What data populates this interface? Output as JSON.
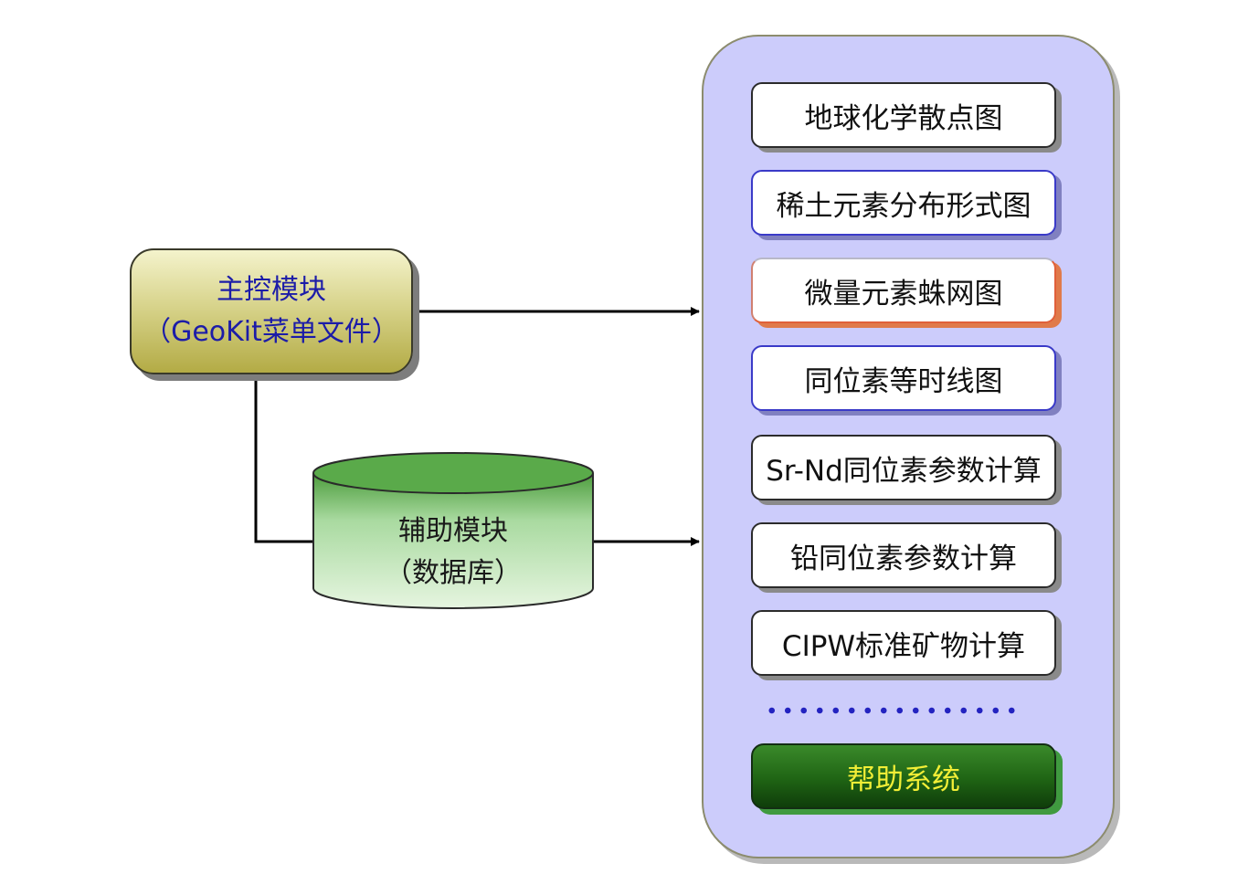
{
  "main_module": {
    "title": "主控模块",
    "subtitle": "（GeoKit菜单文件）"
  },
  "aux_module": {
    "title": "辅助模块",
    "subtitle": "（数据库）"
  },
  "functions": [
    "地球化学散点图",
    "稀土元素分布形式图",
    "微量元素蛛网图",
    "同位素等时线图",
    "Sr-Nd同位素参数计算",
    "铅同位素参数计算",
    "CIPW标准矿物计算"
  ],
  "help_button": "帮助系统",
  "colors": {
    "panel_fill": "#ccccfb",
    "main_module_fill": "#d8d48c",
    "main_module_text": "#1c1ca8",
    "database_fill": "#5aaa4a",
    "help_fill": "#1f6414",
    "help_text": "#f2ee36",
    "dots": "#2323c0"
  }
}
